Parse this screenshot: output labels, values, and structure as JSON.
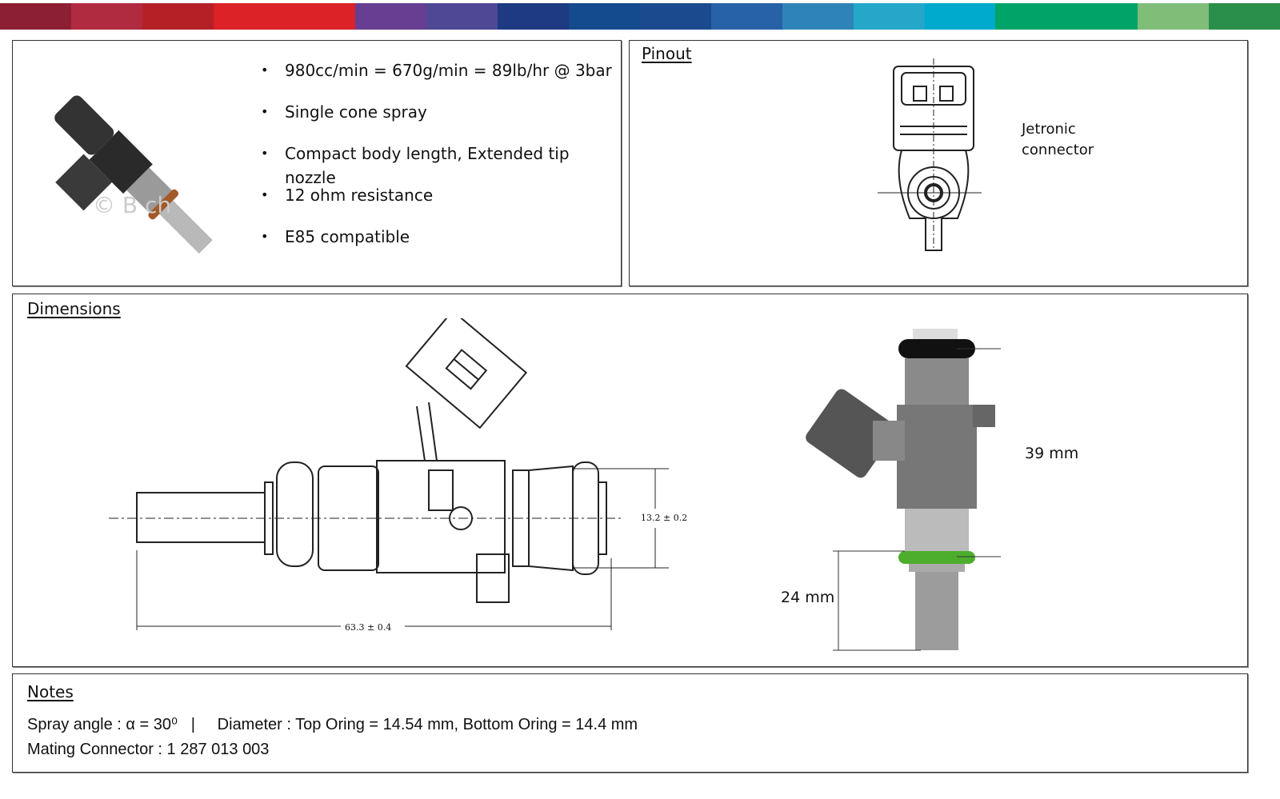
{
  "banner": {
    "colors": [
      "#8c1f34",
      "#b02a40",
      "#b52026",
      "#dc2127",
      "#dc2127",
      "#673e92",
      "#4e4895",
      "#1e3a82",
      "#144b8e",
      "#1c4a8e",
      "#2761a8",
      "#2e84b8",
      "#24a7c9",
      "#00aacc",
      "#00a468",
      "#00a468",
      "#7fbd78",
      "#2a8f4a"
    ]
  },
  "features": {
    "items": [
      "980cc/min = 670g/min = 89lb/hr @ 3bar",
      "Single cone spray",
      "Compact body length, Extended tip nozzle",
      "12 ohm resistance",
      "E85 compatible"
    ],
    "watermark": "© Bosch"
  },
  "pinout": {
    "title": "Pinout",
    "connector_label_1": "Jetronic",
    "connector_label_2": "connector"
  },
  "dimensions": {
    "title": "Dimensions",
    "diameter": "13.2 ± 0.2",
    "length": "63.3 ± 0.4",
    "height_top": "39 mm",
    "height_bottom": "24 mm"
  },
  "notes": {
    "title": "Notes",
    "line1": "Spray angle : α = 30⁰   |     Diameter : Top Oring = 14.54 mm, Bottom Oring = 14.4 mm",
    "line2": "Mating Connector : 1 287 013 003"
  }
}
